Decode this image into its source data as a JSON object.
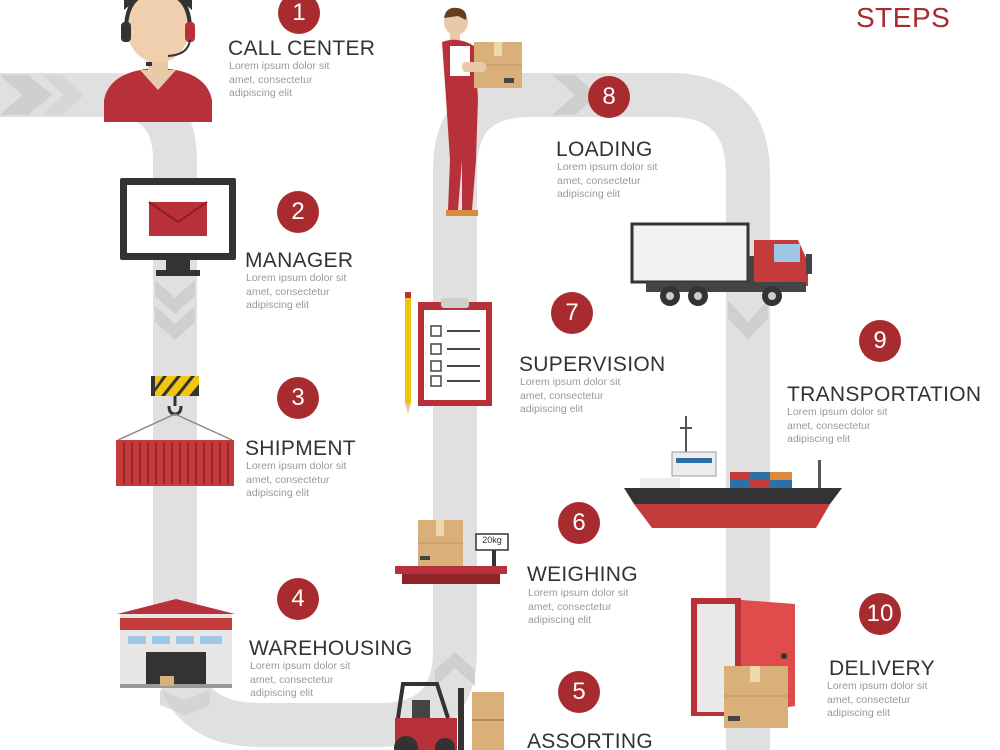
{
  "header": {
    "title": "STEPS"
  },
  "colors": {
    "accent": "#a82b2f",
    "path": "#e0e0e0",
    "text": "#333333",
    "muted": "#9a9a9a"
  },
  "steps": [
    {
      "number": "1",
      "title": "CALL CENTER",
      "desc": [
        "Lorem ipsum dolor sit",
        "amet, consectetur",
        "adipiscing elit"
      ],
      "icon": "operator-icon"
    },
    {
      "number": "2",
      "title": "MANAGER",
      "desc": [
        "Lorem ipsum dolor sit",
        "amet, consectetur",
        "adipiscing elit"
      ],
      "icon": "monitor-mail-icon"
    },
    {
      "number": "3",
      "title": "SHIPMENT",
      "desc": [
        "Lorem ipsum dolor sit",
        "amet, consectetur",
        "adipiscing elit"
      ],
      "icon": "container-crane-icon"
    },
    {
      "number": "4",
      "title": "WAREHOUSING",
      "desc": [
        "Lorem ipsum dolor sit",
        "amet, consectetur",
        "adipiscing elit"
      ],
      "icon": "warehouse-icon"
    },
    {
      "number": "5",
      "title": "ASSORTING",
      "desc": [],
      "icon": "forklift-icon"
    },
    {
      "number": "6",
      "title": "WEIGHING",
      "desc": [
        "Lorem ipsum dolor sit",
        "amet, consectetur",
        "adipiscing elit"
      ],
      "icon": "scale-icon"
    },
    {
      "number": "7",
      "title": "SUPERVISION",
      "desc": [
        "Lorem ipsum dolor sit",
        "amet, consectetur",
        "adipiscing elit"
      ],
      "icon": "clipboard-icon"
    },
    {
      "number": "8",
      "title": "LOADING",
      "desc": [
        "Lorem ipsum dolor sit",
        "amet, consectetur",
        "adipiscing elit"
      ],
      "icon": "worker-box-icon"
    },
    {
      "number": "9",
      "title": "TRANSPORTATION",
      "desc": [
        "Lorem ipsum dolor sit",
        "amet, consectetur",
        "adipiscing elit"
      ],
      "icon": "truck-ship-icon"
    },
    {
      "number": "10",
      "title": "DELIVERY",
      "desc": [
        "Lorem ipsum dolor sit",
        "amet, consectetur",
        "adipiscing elit"
      ],
      "icon": "door-box-icon"
    }
  ],
  "labels": {
    "scale_weight": "20kg"
  }
}
